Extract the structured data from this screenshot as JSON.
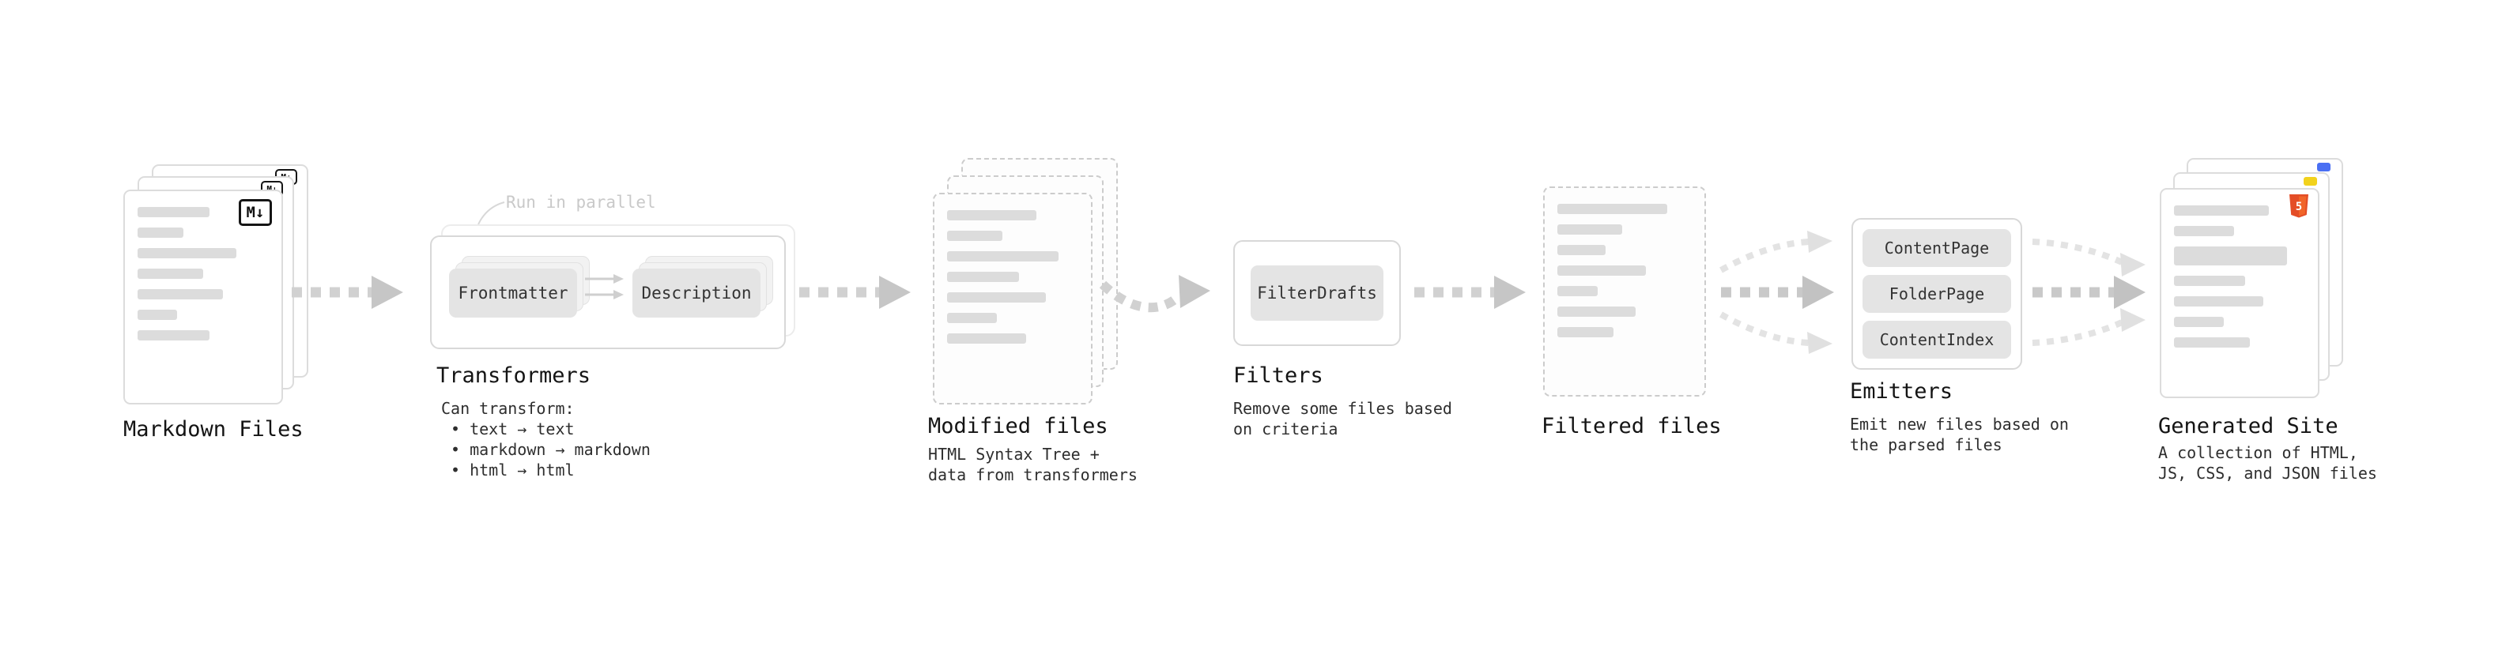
{
  "markdown_files": {
    "label": "Markdown Files",
    "badge": "M↓"
  },
  "transformers": {
    "note": "Run in parallel",
    "node1": "Frontmatter",
    "node2": "Description",
    "label": "Transformers",
    "desc_title": "Can transform:",
    "bullet1": "• text → text",
    "bullet2": "• markdown → markdown",
    "bullet3": "• html → html"
  },
  "modified_files": {
    "label": "Modified files",
    "desc": "HTML Syntax Tree +\ndata from transformers"
  },
  "filters": {
    "node1": "FilterDrafts",
    "label": "Filters",
    "desc": "Remove some files based\non criteria"
  },
  "filtered_files": {
    "label": "Filtered files"
  },
  "emitters": {
    "node1": "ContentPage",
    "node2": "FolderPage",
    "node3": "ContentIndex",
    "label": "Emitters",
    "desc": "Emit new files based on\nthe parsed files"
  },
  "generated_site": {
    "label": "Generated Site",
    "desc": "A collection of HTML,\nJS, CSS, and JSON files",
    "html5_badge": "5"
  },
  "colors": {
    "text": "#1c1c1c",
    "muted_note": "#c9c9c9",
    "card_border": "#dcdcdc",
    "placeholder_line": "#dcdcdc",
    "node_bg": "#e4e4e4",
    "arrow": "#d1d1d1",
    "arrow_head": "#c6c6c6",
    "html5_orange": "#e44d26",
    "js_yellow": "#f2d21c",
    "css_blue": "#4a6ff3"
  }
}
